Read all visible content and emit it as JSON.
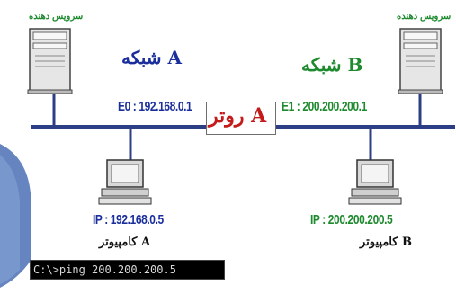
{
  "network_a_label": "شبکه A",
  "network_b_label": "شبکه B",
  "server_left_label": "سرویس دهنده",
  "server_right_label": "سرویس دهنده",
  "router_label": "روتر A",
  "interface_e0": "E0 : 192.168.0.1",
  "interface_e1": "E1 : 200.200.200.1",
  "computer_a_ip": "IP : 192.168.0.5",
  "computer_b_ip": "IP : 200.200.200.5",
  "computer_a_label": "کامپیوتر A",
  "computer_b_label": "کامپیوتر B",
  "console_command": "C:\\>ping 200.200.200.5",
  "colors": {
    "network_a": "#1b2f9c",
    "network_b": "#1e8a2e",
    "router_text": "#c41a1a",
    "cable": "#2c3f86"
  }
}
